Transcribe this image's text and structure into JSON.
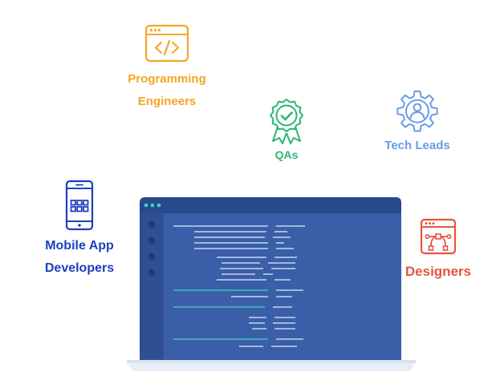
{
  "colors": {
    "programming": "#f5a623",
    "qa": "#2bb673",
    "tech_leads": "#6b9be8",
    "mobile": "#1d3fbf",
    "designers": "#e8533f",
    "screen": "#3a5fa8",
    "screen_dark": "#2d4f93",
    "frame": "#28498c",
    "code_line": "#e3ecff",
    "code_accent": "#3fd3c8"
  },
  "roles": {
    "programming": {
      "label_line1": "Programming",
      "label_line2": "Engineers",
      "icon": "code-window-icon"
    },
    "qa": {
      "label": "QAs",
      "icon": "badge-check-icon"
    },
    "tech_leads": {
      "label": "Tech Leads",
      "icon": "gear-person-icon"
    },
    "mobile": {
      "label_line1": "Mobile App",
      "label_line2": "Developers",
      "icon": "smartphone-icon"
    },
    "designers": {
      "label": "Designers",
      "icon": "vector-design-window-icon"
    }
  },
  "laptop": {
    "icon": "laptop-code-editor-icon"
  }
}
